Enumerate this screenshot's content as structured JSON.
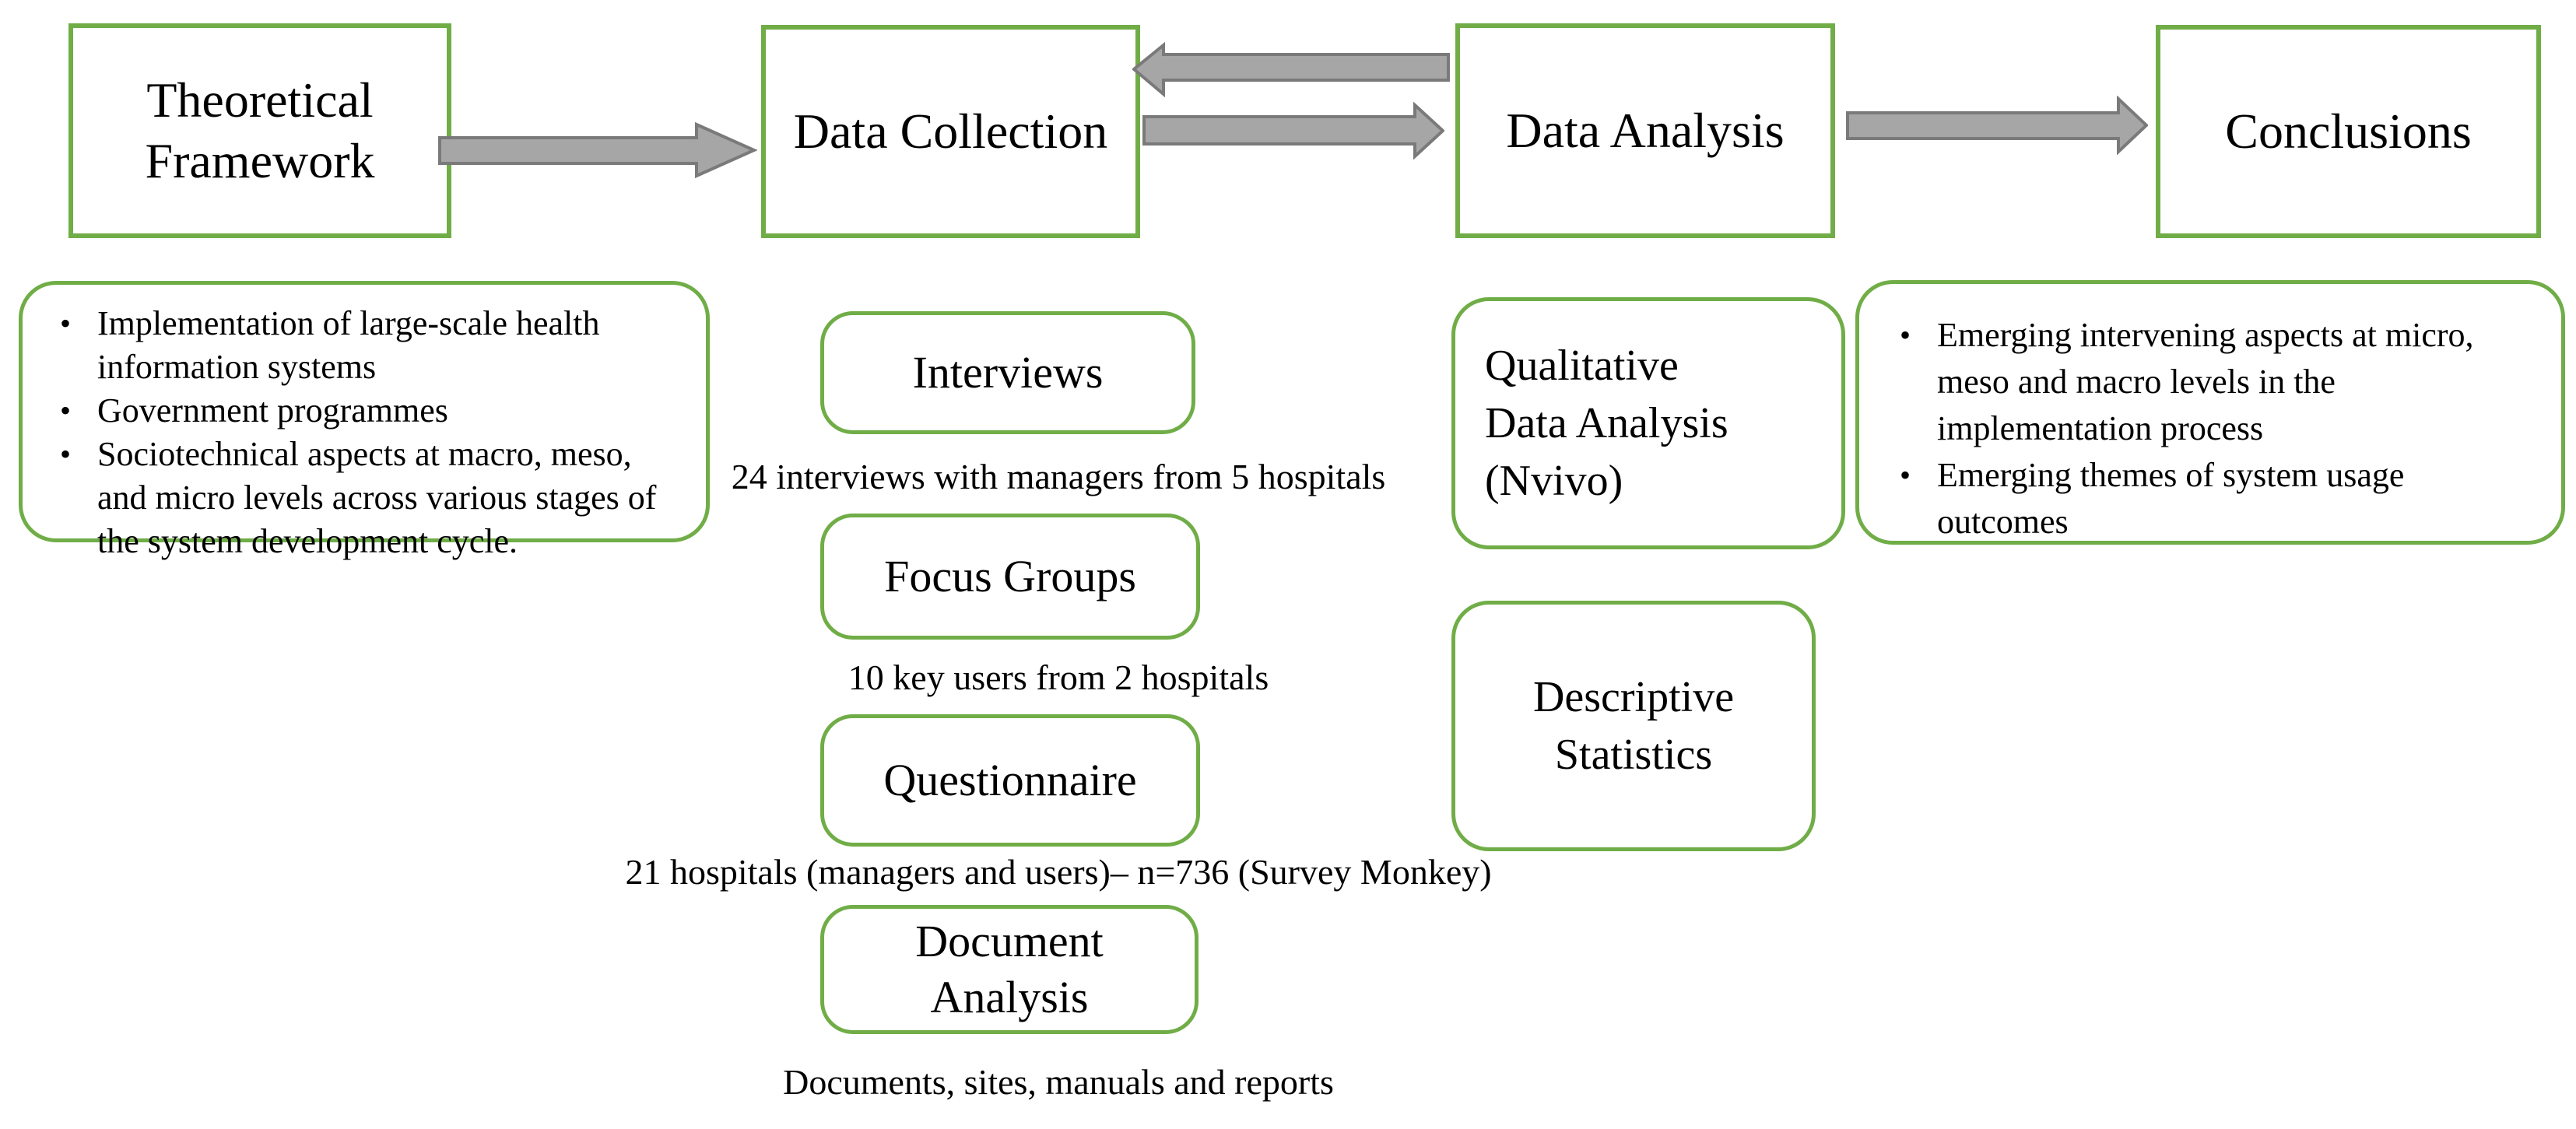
{
  "flow": {
    "stages": [
      "Theoretical Framework",
      "Data Collection",
      "Data Analysis",
      "Conclusions"
    ]
  },
  "theoretical_framework": {
    "bullets": [
      "Implementation of large-scale health information systems",
      "Government programmes",
      "Sociotechnical aspects at macro, meso, and micro levels across various stages of the system development cycle."
    ]
  },
  "data_collection": {
    "methods": [
      {
        "label": "Interviews",
        "caption": "24 interviews with managers from 5 hospitals"
      },
      {
        "label": "Focus Groups",
        "caption": "10 key users from 2 hospitals"
      },
      {
        "label": "Questionnaire",
        "caption": "21 hospitals (managers and users)– n=736 (Survey Monkey)"
      },
      {
        "label": "Document Analysis",
        "caption": "Documents, sites, manuals and reports"
      }
    ]
  },
  "data_analysis": {
    "methods": [
      "Qualitative Data Analysis (Nvivo)",
      "Descriptive Statistics"
    ]
  },
  "conclusions": {
    "bullets": [
      "Emerging intervening aspects at micro, meso and macro levels in the implementation process",
      "Emerging themes of system usage outcomes"
    ]
  },
  "bullet_glyph": "•",
  "colors": {
    "box_border_green": "#70AD47",
    "arrow_fill": "#A6A6A6",
    "arrow_outline": "#7A7A7A",
    "text": "#000000",
    "background": "#FFFFFF"
  }
}
